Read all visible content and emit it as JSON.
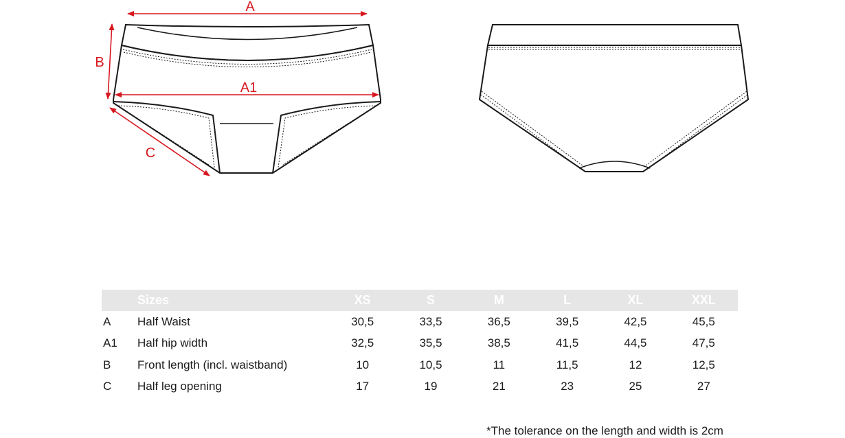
{
  "measure_labels": {
    "a": "A",
    "a1": "A1",
    "b": "B",
    "c": "C"
  },
  "colors": {
    "dimension": "#d7171f",
    "header_band": "#e6e6e6",
    "line": "#1a1a1a"
  },
  "table": {
    "header": [
      "",
      "Sizes",
      "XS",
      "S",
      "M",
      "L",
      "XL",
      "XXL"
    ],
    "rows": [
      {
        "code": "A",
        "label": "Half Waist",
        "values": [
          "30,5",
          "33,5",
          "36,5",
          "39,5",
          "42,5",
          "45,5"
        ]
      },
      {
        "code": "A1",
        "label": "Half hip width",
        "values": [
          "32,5",
          "35,5",
          "38,5",
          "41,5",
          "44,5",
          "47,5"
        ]
      },
      {
        "code": "B",
        "label": "Front length (incl. waistband)",
        "values": [
          "10",
          "10,5",
          "11",
          "11,5",
          "12",
          "12,5"
        ]
      },
      {
        "code": "C",
        "label": "Half leg opening",
        "values": [
          "17",
          "19",
          "21",
          "23",
          "25",
          "27"
        ]
      }
    ]
  },
  "note": "*The tolerance on the length and width is 2cm"
}
